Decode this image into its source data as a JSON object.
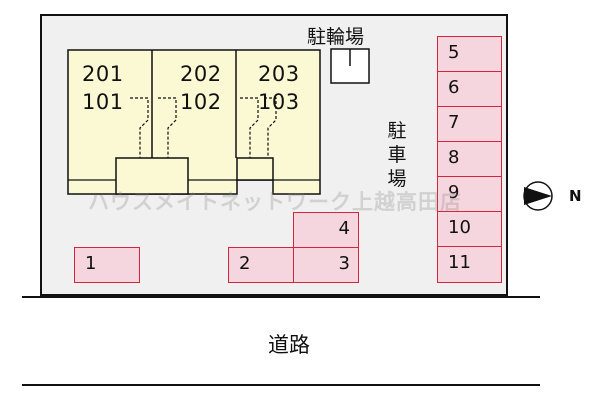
{
  "units_upper": [
    "201",
    "202",
    "203"
  ],
  "units_lower": [
    "101",
    "102",
    "103"
  ],
  "bicycle_parking_label": "駐輪場",
  "parking_label_chars": [
    "駐",
    "車",
    "場"
  ],
  "parking_spaces": [
    "1",
    "2",
    "3",
    "4",
    "5",
    "6",
    "7",
    "8",
    "9",
    "10",
    "11"
  ],
  "road_label": "道路",
  "watermark": "ハウスメイトネットワーク上越高田店",
  "compass_label": "N",
  "colors": {
    "building_fill": "#fbf8d4",
    "parking_fill": "#f6d6de",
    "parking_border": "#d2263f",
    "site_fill": "#f0f0f0"
  }
}
